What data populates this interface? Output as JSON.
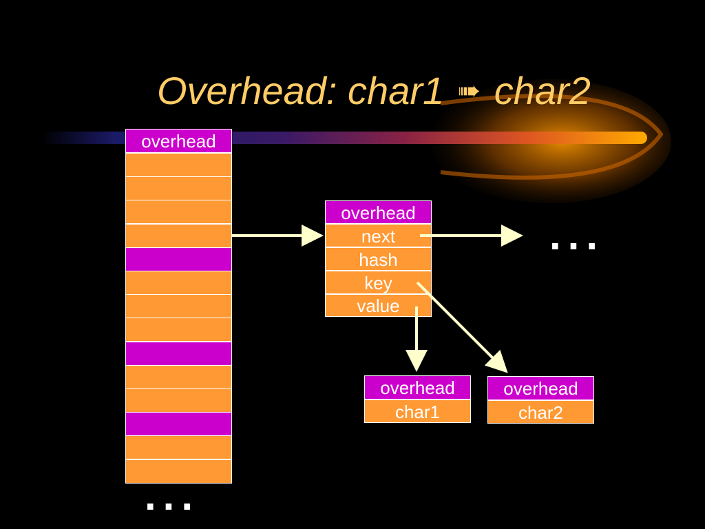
{
  "title": {
    "prefix": "Overhead: char1",
    "arrow_glyph": "➠",
    "suffix": "char2"
  },
  "table": {
    "header_label": "overhead",
    "cells": [
      "orange",
      "orange",
      "orange",
      "orange",
      "magenta",
      "orange",
      "orange",
      "orange",
      "magenta",
      "orange",
      "orange",
      "magenta",
      "orange",
      "orange"
    ],
    "ellipsis": "..."
  },
  "entry": {
    "rows": [
      "overhead",
      "next",
      "hash",
      "key",
      "value"
    ],
    "ellipsis": "..."
  },
  "char1_object": {
    "rows": [
      "overhead",
      "char1"
    ]
  },
  "char2_object": {
    "rows": [
      "overhead",
      "char2"
    ]
  },
  "colors": {
    "background": "#000000",
    "title": "#ffcc66",
    "cell_orange": "#ff9933",
    "cell_magenta": "#cc00cc",
    "arrow": "#ffffcc",
    "text": "#ffffff"
  }
}
